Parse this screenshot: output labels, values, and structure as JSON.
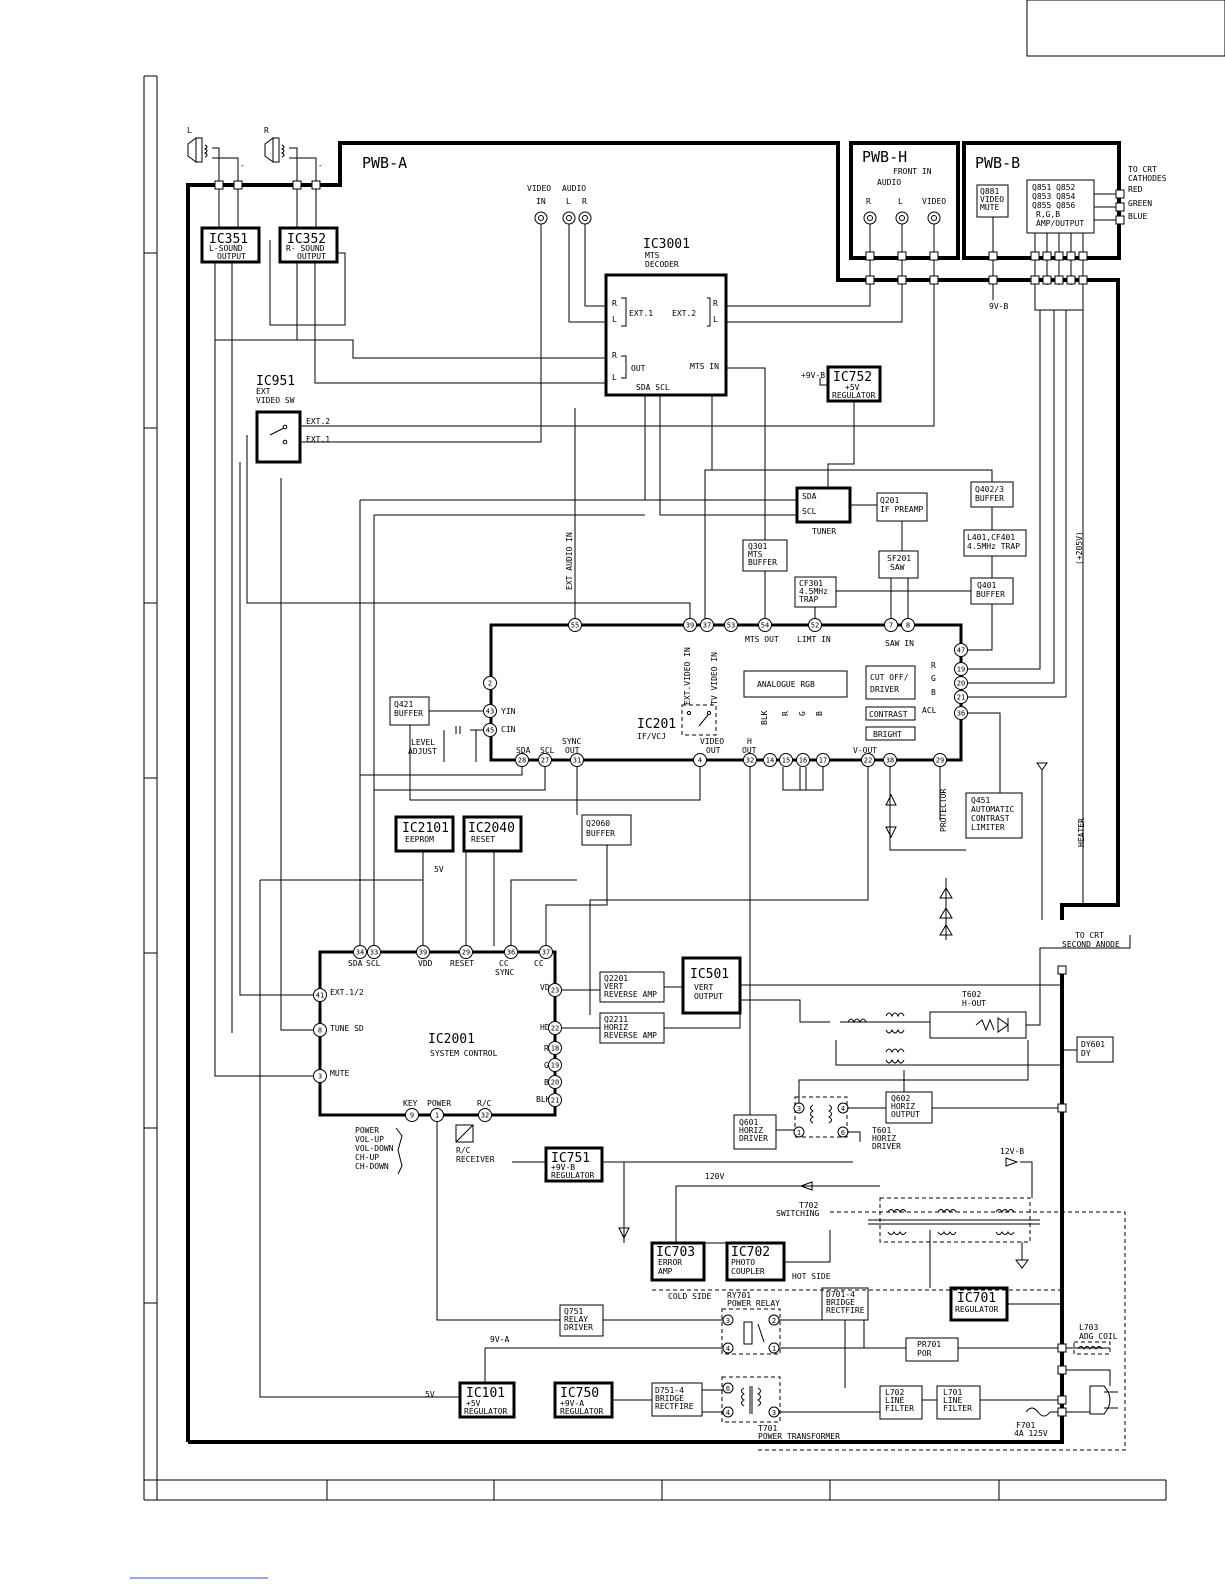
{
  "boards": {
    "pwb_a": "PWB-A",
    "pwb_h": "PWB-H",
    "pwb_h_sub": "FRONT IN",
    "pwb_h_audio": "AUDIO",
    "pwb_h_r": "R",
    "pwb_h_l": "L",
    "pwb_h_video": "VIDEO",
    "pwb_b": "PWB-B"
  },
  "speakers": {
    "left": "L",
    "right": "R",
    "minus": "-"
  },
  "blocks": {
    "ic351": {
      "name": "IC351",
      "l1": "L-SOUND",
      "l2": "OUTPUT"
    },
    "ic352": {
      "name": "IC352",
      "l1": "R- SOUND",
      "l2": "OUTPUT"
    },
    "ic3001": {
      "name": "IC3001",
      "l1": "MTS",
      "l2": "DECODER"
    },
    "ic752": {
      "name": "IC752",
      "l1": "+5V",
      "l2": "REGULATOR"
    },
    "ic951": {
      "name": "IC951",
      "l1": "EXT",
      "l2": "VIDEO SW"
    },
    "tuner": {
      "sda": "SDA",
      "scl": "SCL",
      "label": "TUNER"
    },
    "q201": {
      "l1": "Q201",
      "l2": "IF PREAMP"
    },
    "q402": {
      "l1": "Q402/3",
      "l2": "BUFFER"
    },
    "l401": {
      "l1": "L401,CF401",
      "l2": "4.5MHz TRAP"
    },
    "sf201": {
      "l1": "SF201",
      "l2": "SAW"
    },
    "q401": {
      "l1": "Q401",
      "l2": "BUFFER"
    },
    "q301": {
      "l1": "Q301",
      "l2": "MTS",
      "l3": "BUFFER"
    },
    "cf301": {
      "l1": "CF301",
      "l2": "4.5MHz",
      "l3": "TRAP"
    },
    "q881": {
      "l1": "Q881",
      "l2": "VIDEO",
      "l3": "MUTE"
    },
    "q851": {
      "l1": "Q851  Q852",
      "l2": "Q853  Q854",
      "l3": "Q855  Q856",
      "l4": "R,G,B",
      "l5": "AMP/OUTPUT"
    },
    "ic201": {
      "name": "IC201",
      "sub": "IF/VCJ"
    },
    "analogue": {
      "label": "ANALOGUE RGB"
    },
    "cutoff": {
      "l1": "CUT OFF/",
      "l2": "DRIVER"
    },
    "contrast": {
      "label": "CONTRAST"
    },
    "bright": {
      "label": "BRIGHT"
    },
    "q421": {
      "l1": "Q421",
      "l2": "BUFFER"
    },
    "q451": {
      "l1": "Q451",
      "l2": "AUTOMATIC",
      "l3": "CONTRAST",
      "l4": "LIMITER"
    },
    "ic2101": {
      "name": "IC2101",
      "sub": "EEPROM"
    },
    "ic2040": {
      "name": "IC2040",
      "sub": "RESET"
    },
    "q2060": {
      "l1": "Q2060",
      "l2": "BUFFER"
    },
    "ic2001": {
      "name": "IC2001",
      "sub": "SYSTEM CONTROL"
    },
    "q2201": {
      "l1": "Q2201",
      "l2": "VERT",
      "l3": "REVERSE AMP"
    },
    "q2211": {
      "l1": "Q2211",
      "l2": "HORIZ",
      "l3": "REVERSE AMP"
    },
    "ic501": {
      "name": "IC501",
      "l1": "VERT",
      "l2": "OUTPUT"
    },
    "t602": {
      "l1": "T602",
      "l2": "H-OUT"
    },
    "dy601": {
      "l1": "DY601",
      "l2": "DY"
    },
    "q602": {
      "l1": "Q602",
      "l2": "HORIZ",
      "l3": "OUTPUT"
    },
    "q601": {
      "l1": "Q601",
      "l2": "HORIZ",
      "l3": "DRIVER"
    },
    "t601": {
      "l1": "T601",
      "l2": "HORIZ",
      "l3": "DRIVER"
    },
    "ic751": {
      "name": "IC751",
      "l1": "+9V-B",
      "l2": "REGULATOR"
    },
    "t702": {
      "l1": "T702",
      "l2": "SWITCHING"
    },
    "ic703": {
      "name": "IC703",
      "l1": "ERROR",
      "l2": "AMP"
    },
    "ic702": {
      "name": "IC702",
      "l1": "PHOTO",
      "l2": "COUPLER"
    },
    "ic701": {
      "name": "IC701",
      "l1": "REGULATOR"
    },
    "d701": {
      "l1": "D701-4",
      "l2": "BRIDGE",
      "l3": "RECTFIRE"
    },
    "q751": {
      "l1": "Q751",
      "l2": "RELAY",
      "l3": "DRIVER"
    },
    "ry701": {
      "l1": "RY701",
      "l2": "POWER RELAY"
    },
    "pr701": {
      "l1": "PR701",
      "l2": "POR"
    },
    "l703": {
      "l1": "L703",
      "l2": "ADG COIL"
    },
    "ic101": {
      "name": "IC101",
      "l1": "+5V",
      "l2": "REGULATOR"
    },
    "ic750": {
      "name": "IC750",
      "l1": "+9V-A",
      "l2": "REGULATOR"
    },
    "d751": {
      "l1": "D751-4",
      "l2": "BRIDGE",
      "l3": "RECTFIRE"
    },
    "l702": {
      "l1": "L702",
      "l2": "LINE",
      "l3": "FILTER"
    },
    "l701": {
      "l1": "L701",
      "l2": "LINE",
      "l3": "FILTER"
    },
    "f701": {
      "l1": "F701",
      "l2": "4A 125V"
    },
    "t701": {
      "l1": "T701",
      "l2": "POWER TRANSFORMER"
    }
  },
  "labels": {
    "video_in_top": "VIDEO",
    "video_in_bot": "IN",
    "audio_top": "AUDIO",
    "audio_l": "L",
    "audio_r": "R",
    "to_crt_cathodes_1": "TO CRT",
    "to_crt_cathodes_2": "CATHODES",
    "red": "RED",
    "green": "GREEN",
    "blue": "BLUE",
    "v9b": "9V-B",
    "plus9vb": "+9V-B",
    "ext1": "EXT.1",
    "ext2": "EXT.2",
    "out": "OUT",
    "mts_in": "MTS IN",
    "sda_scl": "SDA  SCL",
    "ch_r": "R",
    "ch_l": "L",
    "ext_audio_in": "EXT AUDIO IN",
    "ext_video_in": "EXT.VIDEO IN",
    "tv_video_in": "TV VIDEO IN",
    "mts_out": "MTS OUT",
    "limt_in": "LIMT IN",
    "saw_in": "SAW IN",
    "yin": "YIN",
    "cin": "CIN",
    "level1": "LEVEL",
    "level2": "ADJUST",
    "sda": "SDA",
    "scl": "SCL",
    "sync_out_1": "SYNC",
    "sync_out_2": "OUT",
    "video_out_1": "VIDEO",
    "video_out_2": "OUT",
    "h_out_1": "H",
    "h_out_2": "OUT",
    "v_out": "V-OUT",
    "acl": "ACL",
    "blk": "BLK",
    "r": "R",
    "g": "G",
    "b": "B",
    "v205": "(+205V)",
    "protector": "PROTECTOR",
    "heater": "HEATER",
    "to_crt_anode_1": "TO CRT",
    "to_crt_anode_2": "SECOND ANODE",
    "v5": "5V",
    "v5b": "5V",
    "v120": "120V",
    "v12b": "12V-B",
    "v9a": "9V-A",
    "hot_side": "HOT SIDE",
    "cold_side": "COLD SIDE",
    "key": "KEY",
    "power": "POWER",
    "rc": "R/C",
    "rc_receiver_1": "R/C",
    "rc_receiver_2": "RECEIVER",
    "keys": [
      "POWER",
      "VOL-UP",
      "VOL-DOWN",
      "CH-UP",
      "CH-DOWN"
    ],
    "ic2001_pins": {
      "sda": "SDA",
      "scl": "SCL",
      "vdd": "VDD",
      "reset": "RESET",
      "cc_sync_1": "CC",
      "cc_sync_2": "SYNC",
      "cc": "CC",
      "ext12": "EXT.1/2",
      "tune_sd": "TUNE SD",
      "mute": "MUTE",
      "vd": "VD",
      "hd": "HD",
      "r": "R",
      "g": "G",
      "b": "B",
      "blk": "BLK"
    }
  },
  "pins": {
    "ic201": [
      "55",
      "39",
      "37",
      "53",
      "54",
      "52",
      "7",
      "8",
      "47",
      "19",
      "20",
      "21",
      "36",
      "2",
      "43",
      "45",
      "28",
      "27",
      "31",
      "4",
      "32",
      "14",
      "15",
      "16",
      "17",
      "22",
      "38",
      "29"
    ],
    "ic2001": [
      "34",
      "33",
      "39",
      "29",
      "36",
      "37",
      "41",
      "8",
      "3",
      "23",
      "22",
      "18",
      "19",
      "20",
      "21",
      "9",
      "1",
      "32"
    ],
    "t601": [
      "3",
      "1",
      "4",
      "6"
    ],
    "ry701": [
      "3",
      "4",
      "2",
      "1"
    ],
    "t701": [
      "6",
      "4",
      "3"
    ]
  }
}
